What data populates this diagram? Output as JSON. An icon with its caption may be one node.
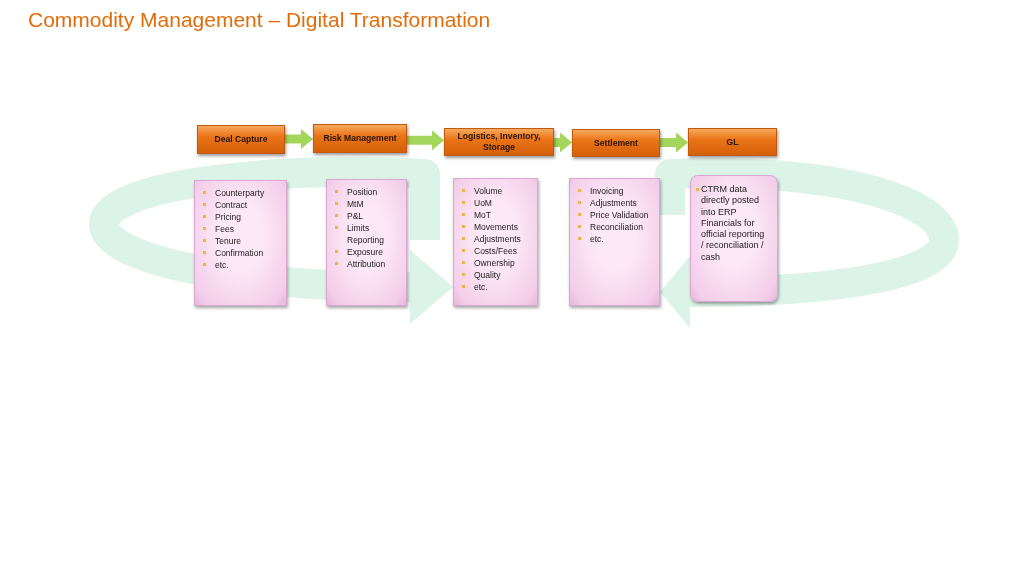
{
  "diagram": {
    "title": "Commodity Management – Digital Transformation",
    "nodes": [
      {
        "text": [
          "Deal Capture"
        ]
      },
      {
        "text": [
          "Risk Management"
        ]
      },
      {
        "text": [
          "Logistics, Inventory, Storage"
        ]
      },
      {
        "text": [
          "Settlement"
        ]
      },
      {
        "text": [
          "GL"
        ]
      },
      {
        "text": [
          "Counterparty",
          "Contract",
          "Pricing",
          "Fees",
          "Tenure",
          "Confirmation",
          "etc."
        ]
      },
      {
        "text": [
          "Position",
          "MtM",
          "P&L",
          "Limits Reporting",
          "Exposure",
          "Attribution"
        ]
      },
      {
        "text": [
          "Volume",
          "UoM",
          "MoT",
          "Movements",
          "Adjustments",
          "Costs/Fees",
          "Ownership",
          "Quality",
          "etc."
        ]
      },
      {
        "text": [
          "Invoicing",
          "Adjustments",
          "Price Validation",
          "Reconciliation",
          "etc."
        ]
      },
      {
        "text": [
          "CTRM data directly posted into ERP Financials for official reporting / reconciliation / cash"
        ]
      }
    ],
    "edges": [
      {
        "from": 0,
        "to": 1,
        "arrow": "to"
      },
      {
        "from": 1,
        "to": 2,
        "arrow": "to"
      },
      {
        "from": 2,
        "to": 3,
        "arrow": "to"
      },
      {
        "from": 3,
        "to": 4,
        "arrow": "to"
      },
      {
        "from": null,
        "to": 7,
        "arrow": "to",
        "style": "thick",
        "color": "#dcf3e8"
      },
      {
        "from": null,
        "to": 8,
        "arrow": "to",
        "style": "thick",
        "color": "#dcf3e8"
      }
    ]
  }
}
